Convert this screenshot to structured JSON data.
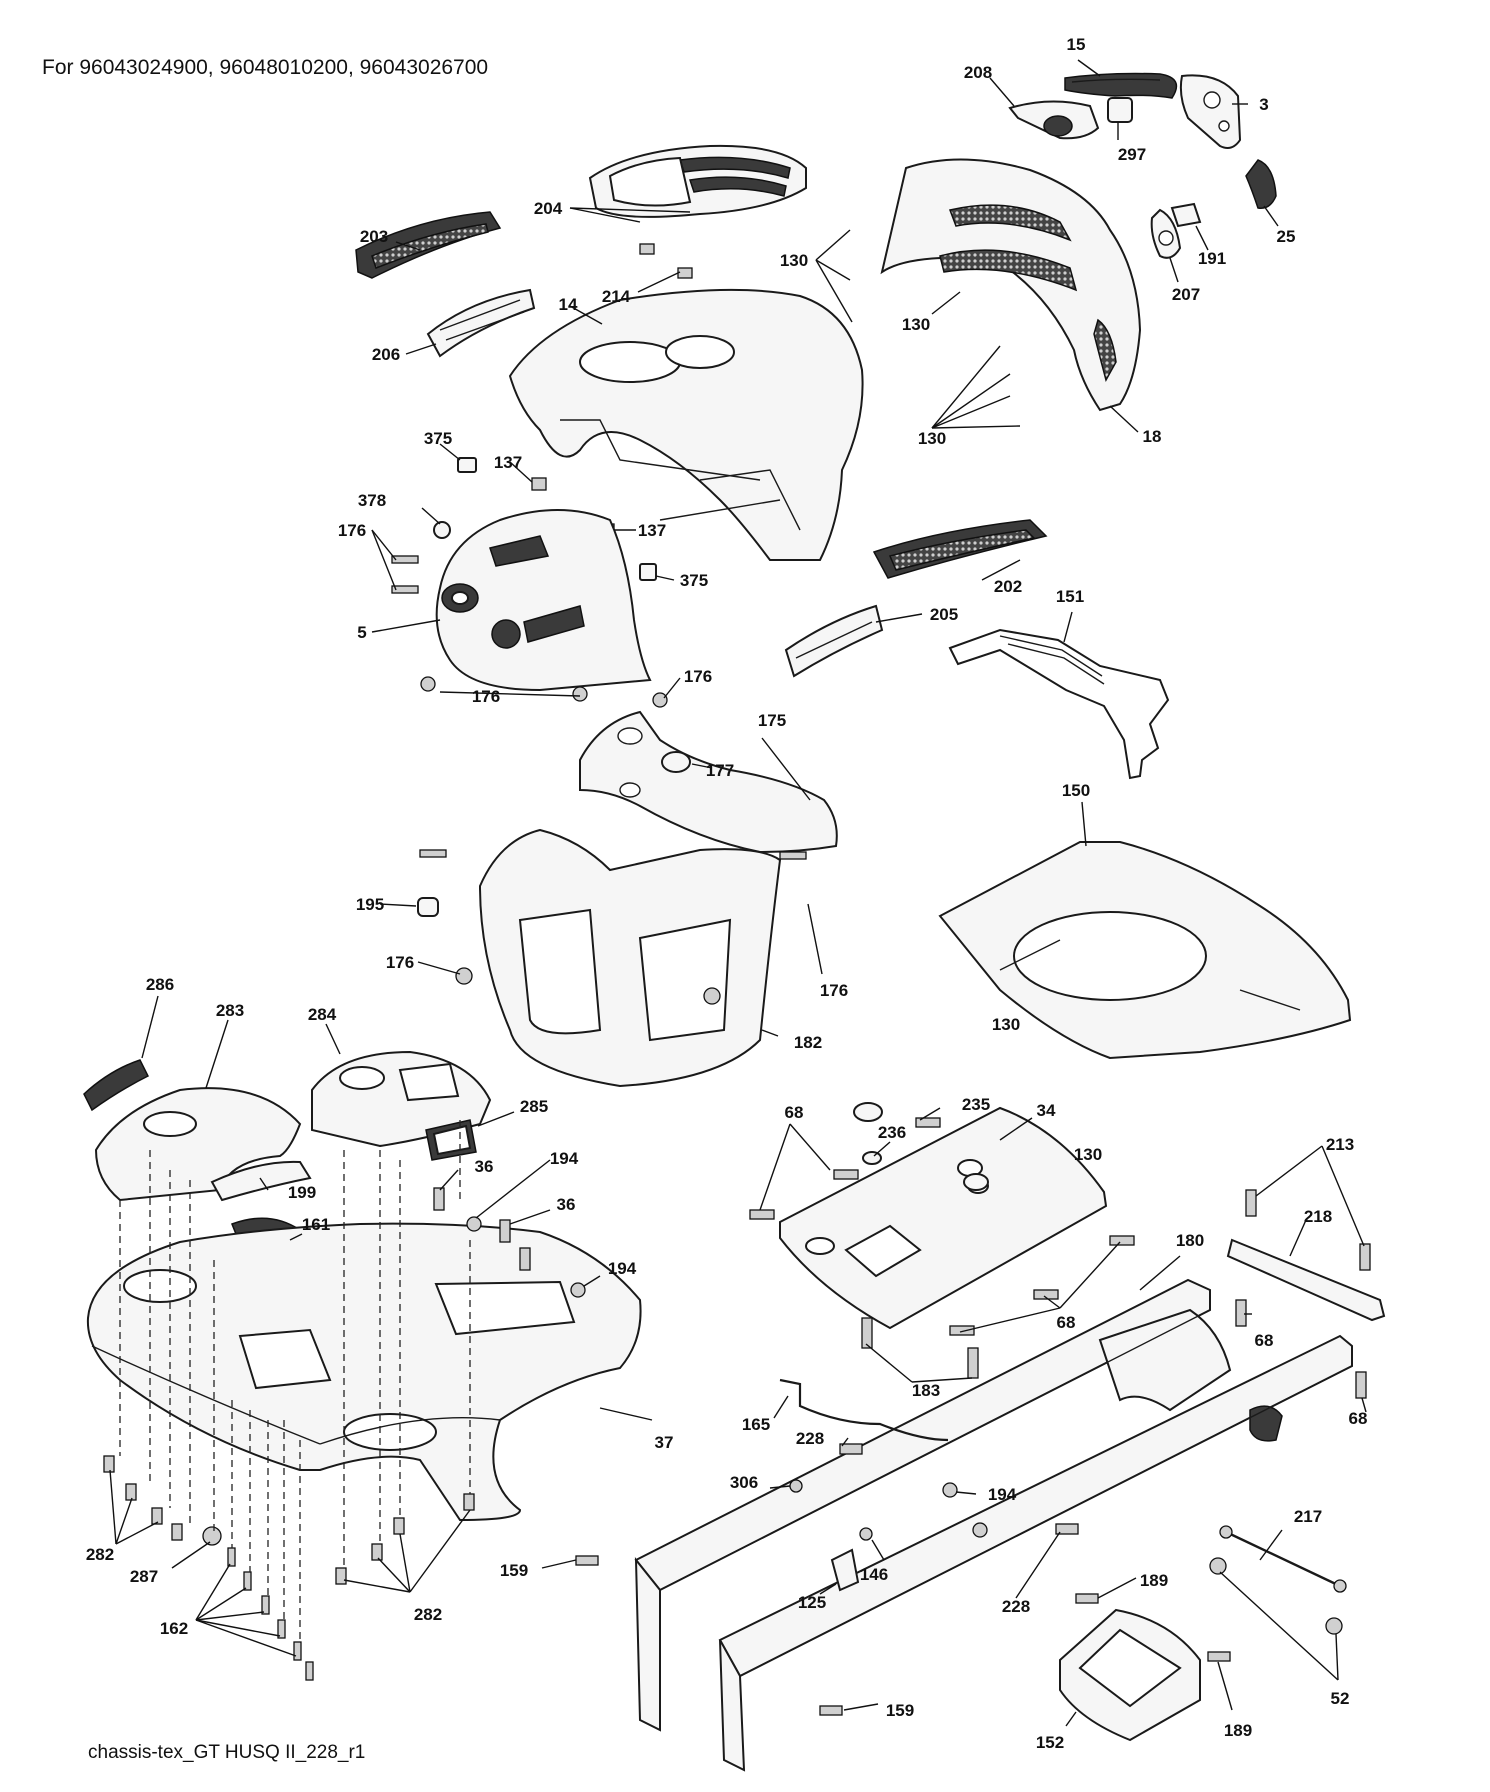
{
  "header": {
    "text": "For 96043024900, 96048010200, 96043026700"
  },
  "footer": {
    "text": "chassis-tex_GT HUSQ II_228_r1"
  },
  "callouts": {
    "c15": "15",
    "c208": "208",
    "c3": "3",
    "c297": "297",
    "c25": "25",
    "c191": "191",
    "c207": "207",
    "c204": "204",
    "c203": "203",
    "c214": "214",
    "c130a": "130",
    "c130b": "130",
    "c130c": "130",
    "c130d": "130",
    "c130e": "130",
    "c14": "14",
    "c206": "206",
    "c18": "18",
    "c375a": "375",
    "c137a": "137",
    "c378": "378",
    "c137b": "137",
    "c176a": "176",
    "c375b": "375",
    "c5": "5",
    "c202": "202",
    "c151": "151",
    "c205": "205",
    "c176b": "176",
    "c176c": "176",
    "c175": "175",
    "c177": "177",
    "c150": "150",
    "c195": "195",
    "c176d": "176",
    "c176e": "176",
    "c182": "182",
    "c286": "286",
    "c283": "283",
    "c284": "284",
    "c285": "285",
    "c68a": "68",
    "c235": "235",
    "c34": "34",
    "c236": "236",
    "c36a": "36",
    "c194a": "194",
    "c199": "199",
    "c36b": "36",
    "c161": "161",
    "c194b": "194",
    "c213": "213",
    "c218": "218",
    "c180": "180",
    "c68b": "68",
    "c68c": "68",
    "c68d": "68",
    "c183": "183",
    "c37": "37",
    "c165": "165",
    "c228a": "228",
    "c306": "306",
    "c194c": "194",
    "c217": "217",
    "c282a": "282",
    "c287": "287",
    "c146": "146",
    "c159a": "159",
    "c125": "125",
    "c189a": "189",
    "c228b": "228",
    "c162": "162",
    "c282b": "282",
    "c52": "52",
    "c159b": "159",
    "c152": "152",
    "c189b": "189"
  },
  "colors": {
    "line": "#1a1a1a",
    "fill": "#f6f6f6",
    "dark": "#3a3a3a",
    "background": "#ffffff"
  }
}
